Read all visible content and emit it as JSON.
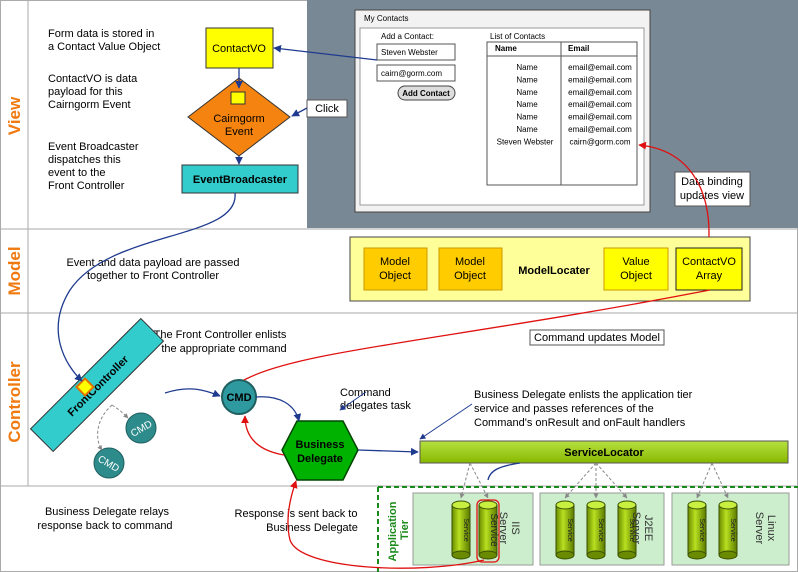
{
  "lanes": {
    "view": "View",
    "model": "Model",
    "controller": "Controller",
    "app_tier": "Application\nTier"
  },
  "view": {
    "contactvo": "ContactVO",
    "contactvo_note": [
      "Form data is stored in",
      "a Contact Value Object"
    ],
    "event_note": [
      "ContactVO is data",
      "payload for this",
      "Cairngorm Event"
    ],
    "event_label": [
      "Cairngorm",
      "Event"
    ],
    "broadcaster_note": [
      "Event Broadcaster",
      "dispatches this",
      "event to the",
      "Front Controller"
    ],
    "broadcaster": "EventBroadcaster",
    "click": "Click"
  },
  "app_window": {
    "title": "My Contacts",
    "add_label": "Add a Contact:",
    "name_value": "Steven Webster",
    "email_value": "cairn@gorm.com",
    "add_button": "Add Contact",
    "list_title": "List of Contacts",
    "col_name": "Name",
    "col_email": "Email",
    "rows": [
      [
        "Name",
        "email@email.com"
      ],
      [
        "Name",
        "email@email.com"
      ],
      [
        "Name",
        "email@email.com"
      ],
      [
        "Name",
        "email@email.com"
      ],
      [
        "Name",
        "email@email.com"
      ],
      [
        "Name",
        "email@email.com"
      ],
      [
        "Steven Webster",
        "cairn@gorm.com"
      ]
    ]
  },
  "binding_note": [
    "Data binding",
    "updates view"
  ],
  "model": {
    "passed_note": [
      "Event and data payload are passed",
      "together to Front Controller"
    ],
    "model_object_1": [
      "Model",
      "Object"
    ],
    "model_object_2": [
      "Model",
      "Object"
    ],
    "locator": "ModelLocater",
    "value_object": [
      "Value",
      "Object"
    ],
    "contactvo_array": [
      "ContactVO",
      "Array"
    ]
  },
  "controller": {
    "fc_note": [
      "The Front Controller enlists",
      "the appropriate command"
    ],
    "command_updates": "Command updates Model",
    "front_controller": "FrontController",
    "cmd": "CMD",
    "delegates_note": [
      "Command",
      "delegates task"
    ],
    "business_delegate": [
      "Business",
      "Delegate"
    ],
    "bd_note": [
      "Business Delegate enlists the application tier",
      "service and passes references of the",
      "Command's onResult and onFault handlers"
    ],
    "service_locator": "ServiceLocator"
  },
  "app_tier": {
    "relay_note": [
      "Business Delegate relays",
      "response back to command"
    ],
    "response_note": [
      "Response is sent back to",
      "Business Delegate"
    ],
    "service": "Service",
    "server_iis": [
      "IIS",
      "Server"
    ],
    "server_j2ee": [
      "J2EE",
      "Server"
    ],
    "server_linux": [
      "Linux",
      "Server"
    ]
  },
  "colors": {
    "lane_label": "#f07a10",
    "yellow": "#ffff00",
    "orange": "#f5830f",
    "teal": "#33cccc",
    "green": "#00b200",
    "lime": "#99cc00",
    "model_band": "#ffff99"
  }
}
